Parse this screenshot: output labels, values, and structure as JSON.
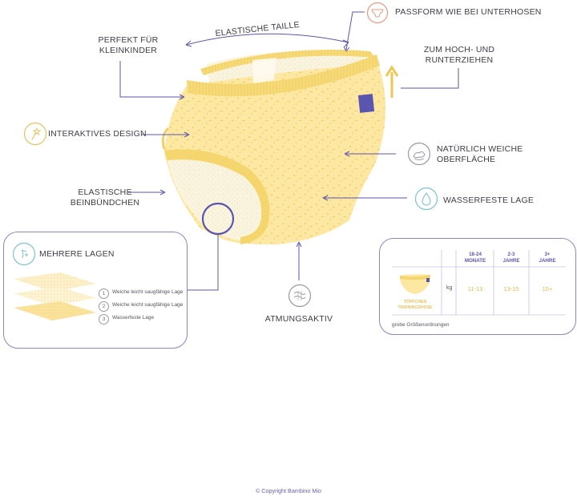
{
  "labels": {
    "passform": "PASSFORM WIE BEI UNTERHOSEN",
    "taille": "ELASTISCHE TAILLE",
    "kleinkinder_1": "PERFEKT FÜR",
    "kleinkinder_2": "KLEINKINDER",
    "hochziehen_1": "ZUM HOCH- UND",
    "hochziehen_2": "RUNTERZIEHEN",
    "interaktiv": "INTERAKTIVES DESIGN",
    "weich_1": "NATÜRLICH WEICHE",
    "weich_2": "OBERFLÄCHE",
    "bein_1": "ELASTISCHE",
    "bein_2": "BEINBÜNDCHEN",
    "wasserfest": "WASSERFESTE LAGE",
    "atmung": "ATMUNGSAKTIV"
  },
  "layers": {
    "title": "MEHRERE LAGEN",
    "items": [
      {
        "num": "1",
        "text": "Weiche leicht saugfähige Lage"
      },
      {
        "num": "2",
        "text": "Weiche leicht saugfähige Lage"
      },
      {
        "num": "3",
        "text": "Wasserfeste Lage"
      }
    ]
  },
  "size_table": {
    "columns": [
      {
        "line1": "18-24",
        "line2": "MONATE"
      },
      {
        "line1": "2-3",
        "line2": "JAHRE"
      },
      {
        "line1": "3+",
        "line2": "JAHRE"
      }
    ],
    "unit": "kg",
    "values": [
      "11-13",
      "13-15",
      "15+"
    ],
    "product_line1": "TÖPFCHEN",
    "product_line2": "TRAININGSHOSE",
    "note": "grobe Größenordnungen"
  },
  "copyright": "© Copyright Bambino Mio",
  "colors": {
    "accent": "#5b55b0",
    "pant_yellow": "#fbe7a0",
    "pant_band": "#f5d56e",
    "pant_dots": "#f0c64f",
    "icon_orange": "#ec9a7e",
    "icon_teal": "#7ec3cf",
    "icon_gold": "#e7c35f",
    "icon_grey": "#9a9aa6"
  },
  "icons": [
    "underwear-icon",
    "magic-wand-icon",
    "soft-surface-icon",
    "water-drop-icon",
    "layers-icon",
    "airflow-icon"
  ]
}
